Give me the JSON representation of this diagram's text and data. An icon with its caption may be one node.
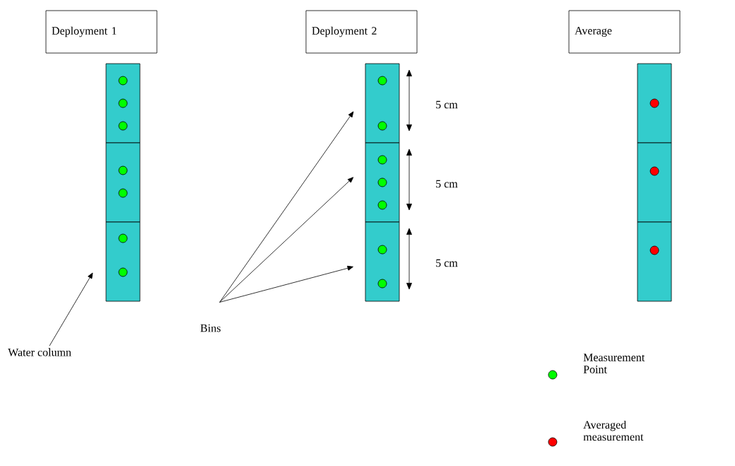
{
  "diagram": {
    "nodes": [
      {
        "text": [
          "Deployment 1"
        ]
      },
      {
        "text": [
          "Deployment 2"
        ]
      },
      {
        "text": [
          "Average"
        ]
      },
      {
        "text": [],
        "shape": "box"
      },
      {
        "text": [],
        "shape": "box"
      },
      {
        "text": [],
        "shape": "box"
      },
      {
        "text": [],
        "shape": "box"
      },
      {
        "text": [],
        "shape": "box"
      },
      {
        "text": [],
        "shape": "box"
      },
      {
        "text": [],
        "shape": "box"
      },
      {
        "text": [],
        "shape": "box"
      },
      {
        "text": [],
        "shape": "box"
      },
      {
        "text": [
          "Water column"
        ]
      },
      {
        "text": [
          "Bins"
        ]
      }
    ],
    "edges": [
      {
        "from": 12,
        "to": 5,
        "arrow": "to"
      },
      {
        "from": 13,
        "to": 6,
        "arrow": "to"
      },
      {
        "from": 13,
        "to": 7,
        "arrow": "to"
      },
      {
        "from": 13,
        "to": 8,
        "arrow": "to"
      }
    ],
    "labels": [
      "5 cm",
      "5 cm",
      "5 cm"
    ],
    "legend": [
      {
        "text": "Measurement Point",
        "color": "#00ff00"
      },
      {
        "text": "Averaged measurement",
        "color": "#ff0000"
      }
    ]
  }
}
